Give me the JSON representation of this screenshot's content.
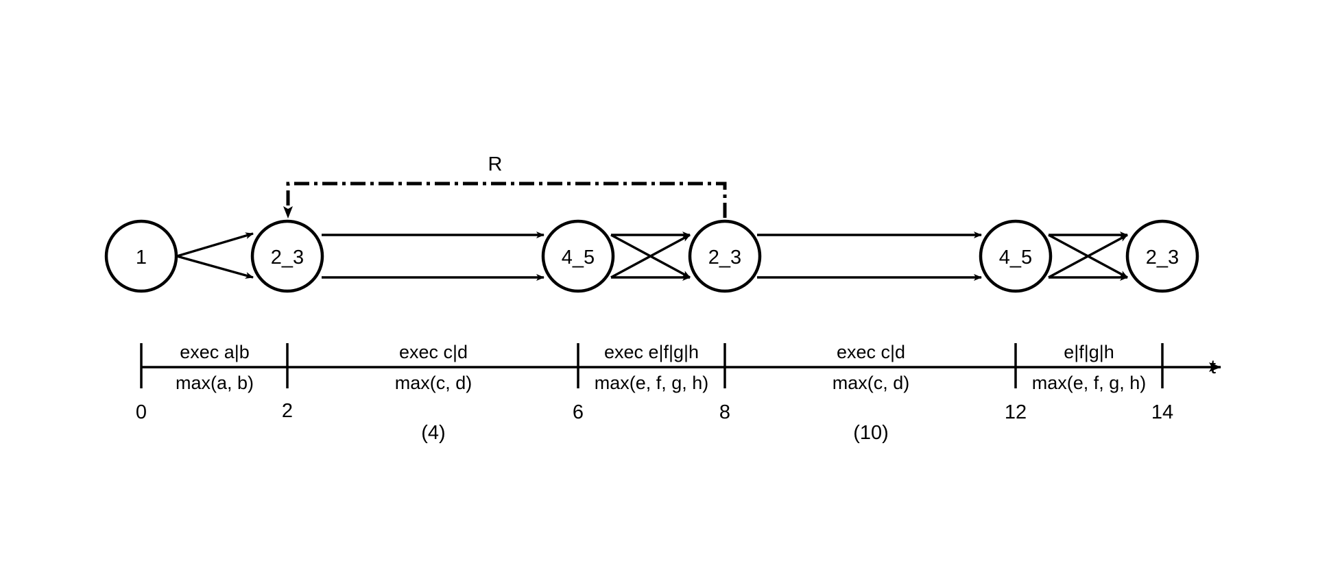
{
  "colors": {
    "ink": "#000000",
    "background": "#ffffff"
  },
  "nodes": [
    {
      "label": "1"
    },
    {
      "label": "2_3"
    },
    {
      "label": "4_5"
    },
    {
      "label": "2_3"
    },
    {
      "label": "4_5"
    },
    {
      "label": "2_3"
    }
  ],
  "loop": {
    "label": "R"
  },
  "timeline": {
    "axis_label": "t",
    "ticks": [
      "0",
      "2",
      "6",
      "8",
      "12",
      "14"
    ],
    "segments": [
      {
        "top": "exec a|b",
        "bottom": "max(a, b)"
      },
      {
        "top": "exec c|d",
        "bottom": "max(c, d)"
      },
      {
        "top": "exec e|f|g|h",
        "bottom": "max(e, f, g, h)"
      },
      {
        "top": "exec c|d",
        "bottom": "max(c, d)"
      },
      {
        "top": "e|f|g|h",
        "bottom": "max(e, f, g, h)"
      }
    ],
    "midpoints": [
      "(4)",
      "(10)"
    ]
  }
}
